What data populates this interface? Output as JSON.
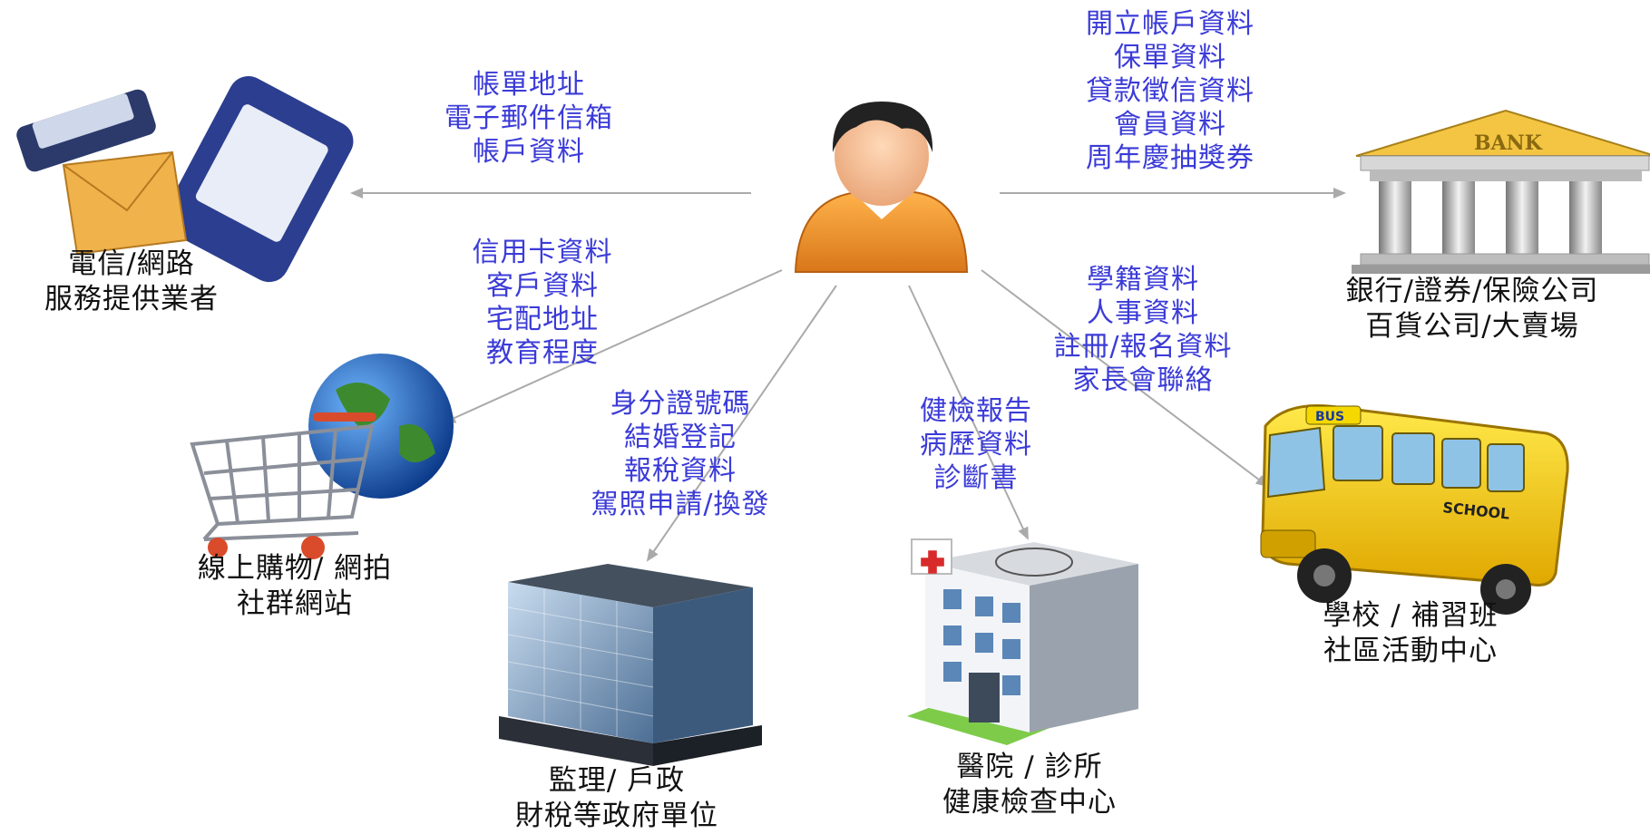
{
  "center": {
    "icon": "person-icon"
  },
  "entities": [
    {
      "id": "telecom",
      "icon": "phone-mail-icon",
      "lines": [
        "電信/網路",
        "服務提供業者"
      ],
      "data": [
        "帳單地址",
        "電子郵件信箱",
        "帳戶資料"
      ]
    },
    {
      "id": "shopping",
      "icon": "globe-cart-icon",
      "lines": [
        "線上購物/ 網拍",
        "社群網站"
      ],
      "data": [
        "信用卡資料",
        "客戶資料",
        "宅配地址",
        "教育程度"
      ]
    },
    {
      "id": "government",
      "icon": "office-building-icon",
      "lines": [
        "監理/ 戶政",
        "財稅等政府單位"
      ],
      "data": [
        "身分證號碼",
        "結婚登記",
        "報稅資料",
        "駕照申請/換發"
      ]
    },
    {
      "id": "hospital",
      "icon": "hospital-icon",
      "lines": [
        "醫院 / 診所",
        "健康檢查中心"
      ],
      "data": [
        "健檢報告",
        "病歷資料",
        "診斷書"
      ]
    },
    {
      "id": "school",
      "icon": "school-bus-icon",
      "lines": [
        "學校 / 補習班",
        "社區活動中心"
      ],
      "data": [
        "學籍資料",
        "人事資料",
        "註冊/報名資料",
        "家長會聯絡"
      ]
    },
    {
      "id": "bank",
      "icon": "bank-icon",
      "bank_sign": "BANK",
      "lines": [
        "銀行/證券/保險公司",
        "百貨公司/大賣場"
      ],
      "data": [
        "開立帳戶資料",
        "保單資料",
        "貸款徵信資料",
        "會員資料",
        "周年慶抽獎券"
      ]
    }
  ],
  "colors": {
    "data_text": "#3b3bd8",
    "label_text": "#111111",
    "arrow": "#aaaaaa",
    "person_shirt": "#f09a2a"
  }
}
